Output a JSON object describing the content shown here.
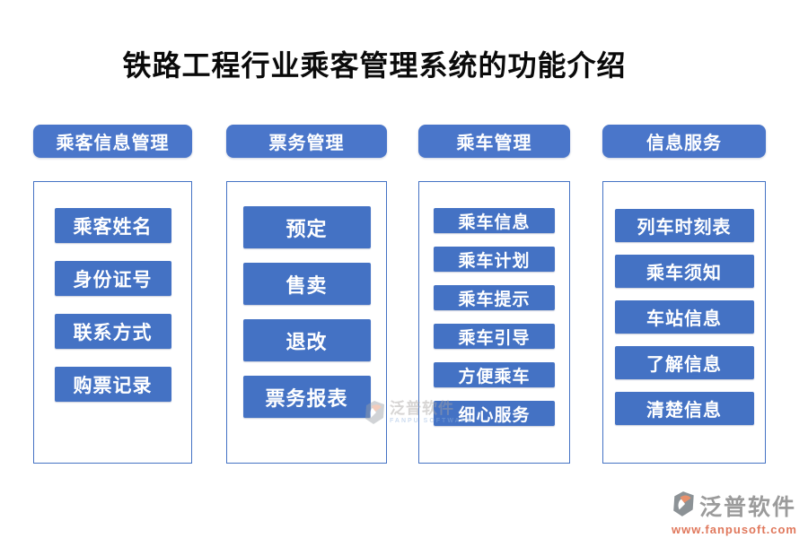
{
  "title": "铁路工程行业乘客管理系统的功能介绍",
  "columns": [
    {
      "header": "乘客信息管理",
      "items": [
        "乘客姓名",
        "身份证号",
        "联系方式",
        "购票记录"
      ]
    },
    {
      "header": "票务管理",
      "items": [
        "预定",
        "售卖",
        "退改",
        "票务报表"
      ]
    },
    {
      "header": "乘车管理",
      "items": [
        "乘车信息",
        "乘车计划",
        "乘车提示",
        "乘车引导",
        "方便乘车",
        "细心服务"
      ]
    },
    {
      "header": "信息服务",
      "items": [
        "列车时刻表",
        "乘车须知",
        "车站信息",
        "了解信息",
        "清楚信息"
      ]
    }
  ],
  "colors": {
    "header_blue": "#4a76ca",
    "item_blue": "#4472c4",
    "container_border": "#4472c4",
    "title_color": "#0a0a0a",
    "watermark_gray": "#9b9b9b",
    "watermark_url_color": "#e0785c"
  },
  "watermark_center": {
    "brand": "泛普软件",
    "subtext": "FANPU SOFTWARE"
  },
  "watermark_bottom": {
    "brand": "泛普软件",
    "url": "www.fanpusoft.com"
  }
}
